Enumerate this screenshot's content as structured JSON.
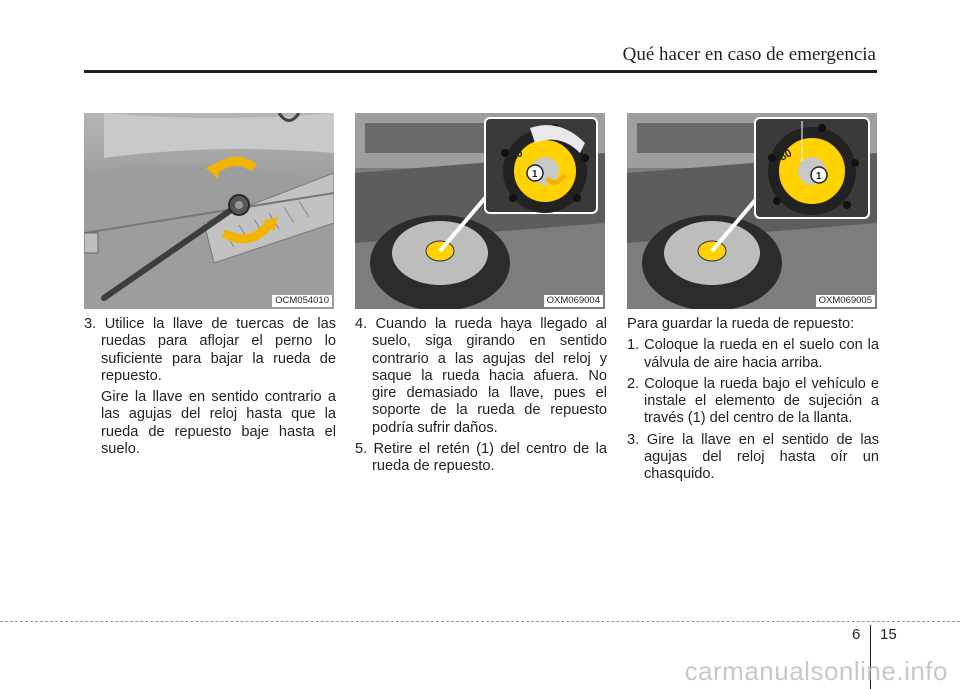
{
  "header": {
    "title": "Qué hacer en caso de emergencia"
  },
  "figures": [
    {
      "code": "OCM054010"
    },
    {
      "code": "OXM069004",
      "callout_number": "1",
      "label_80": "80"
    },
    {
      "code": "OXM069005",
      "callout_number": "1",
      "label_80": "80"
    }
  ],
  "columns": {
    "col1": {
      "step3": "3. Utilice la llave de tuercas de las ruedas para aflojar el perno lo suficiente para bajar la rueda de repuesto.",
      "step3_note": "Gire la llave en sentido contrario a las agujas del reloj hasta que la rueda de repuesto baje hasta el suelo."
    },
    "col2": {
      "step4": "4. Cuando la rueda haya llegado al suelo, siga girando en sentido contrario a las agujas del reloj y saque la rueda hacia afuera. No gire demasiado la llave, pues el soporte de la rueda de repuesto podría sufrir daños.",
      "step5": "5. Retire el retén (1) del centro de la rueda de repuesto."
    },
    "col3": {
      "intro": "Para guardar la rueda de repuesto:",
      "step1": "1. Coloque la rueda en el suelo con la válvula de aire hacia arriba.",
      "step2": "2. Coloque la rueda bajo el vehículo e instale el elemento de sujeción a través (1) del centro de la llanta.",
      "step3": "3. Gire la llave en el sentido de las agujas del reloj hasta oír un chasquido."
    }
  },
  "footer": {
    "chapter": "6",
    "page": "15"
  },
  "watermark": "carmanualsonline.info"
}
